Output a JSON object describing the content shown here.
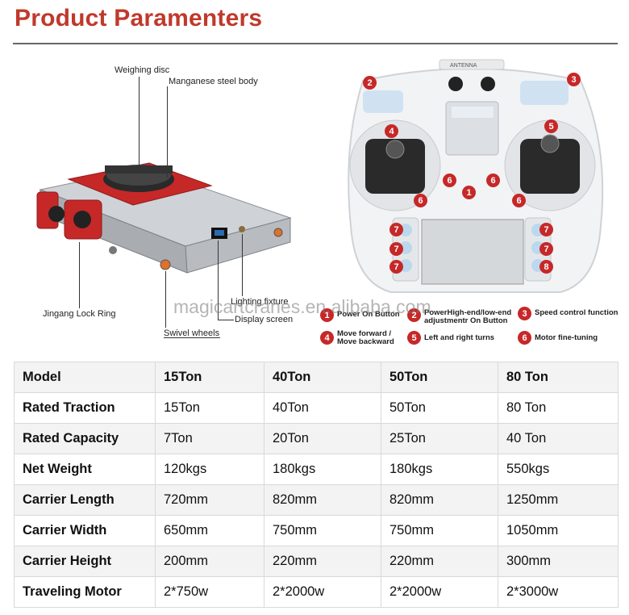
{
  "title": "Product Paramenters",
  "left_figure": {
    "callouts": {
      "weighing_disc": "Weighing disc",
      "manganese": "Manganese steel body",
      "lock_ring": "Jingang Lock Ring",
      "swivel": "Swivel wheels",
      "lighting": "Lighting fixture",
      "display": "Display screen"
    }
  },
  "remote": {
    "top_label": "ANTENNA",
    "legend": [
      {
        "num": "1",
        "text": "Power On Button"
      },
      {
        "num": "2",
        "text": "PowerHigh-end/low-end adjustmentr On Button"
      },
      {
        "num": "3",
        "text": "Speed control function"
      },
      {
        "num": "4",
        "text": "Move forward / Move backward"
      },
      {
        "num": "5",
        "text": "Left and right turns"
      },
      {
        "num": "6",
        "text": "Motor fine-tuning"
      }
    ]
  },
  "watermark": "magicartcranes.en.alibaba.com",
  "table": {
    "header": [
      "Model",
      "15Ton",
      "40Ton",
      "50Ton",
      "80 Ton"
    ],
    "rows": [
      [
        "Rated Traction",
        "15Ton",
        "40Ton",
        "50Ton",
        "80 Ton"
      ],
      [
        "Rated Capacity",
        "7Ton",
        "20Ton",
        "25Ton",
        "40 Ton"
      ],
      [
        "Net Weight",
        "120kgs",
        "180kgs",
        "180kgs",
        "550kgs"
      ],
      [
        "Carrier Length",
        "720mm",
        "820mm",
        "820mm",
        "1250mm"
      ],
      [
        "Carrier Width",
        "650mm",
        "750mm",
        "750mm",
        "1050mm"
      ],
      [
        "Carrier Height",
        "200mm",
        "220mm",
        "220mm",
        "300mm"
      ],
      [
        "Traveling Motor",
        "2*750w",
        "2*2000w",
        "2*2000w",
        "2*3000w"
      ]
    ]
  },
  "colors": {
    "title": "#c0392b",
    "badge": "#c62828",
    "product_red": "#c62828"
  }
}
